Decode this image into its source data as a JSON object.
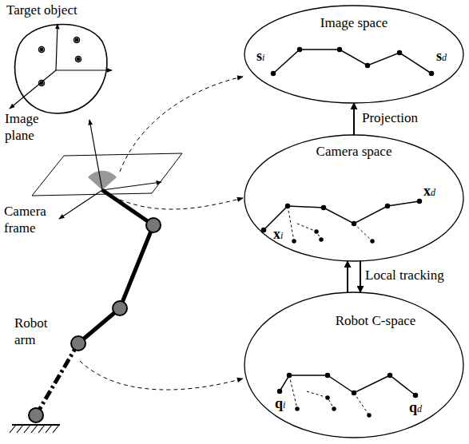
{
  "diagram": {
    "nodes": [
      {
        "text": [
          "Image space",
          "si",
          "sd"
        ]
      },
      {
        "text": [
          "Camera space",
          "xi",
          "xd"
        ]
      },
      {
        "text": [
          "Robot C-space",
          "qi",
          "qd"
        ]
      }
    ],
    "edges": [
      {
        "from": 1,
        "to": 0,
        "arrow": "to",
        "label": "Projection"
      },
      {
        "from": 2,
        "to": 1,
        "arrow": "to",
        "label": "Local tracking"
      },
      {
        "from": 1,
        "to": 2,
        "arrow": "to"
      }
    ],
    "labels": [
      "Target object",
      "Image plane",
      "Camera frame",
      "Robot arm"
    ]
  }
}
